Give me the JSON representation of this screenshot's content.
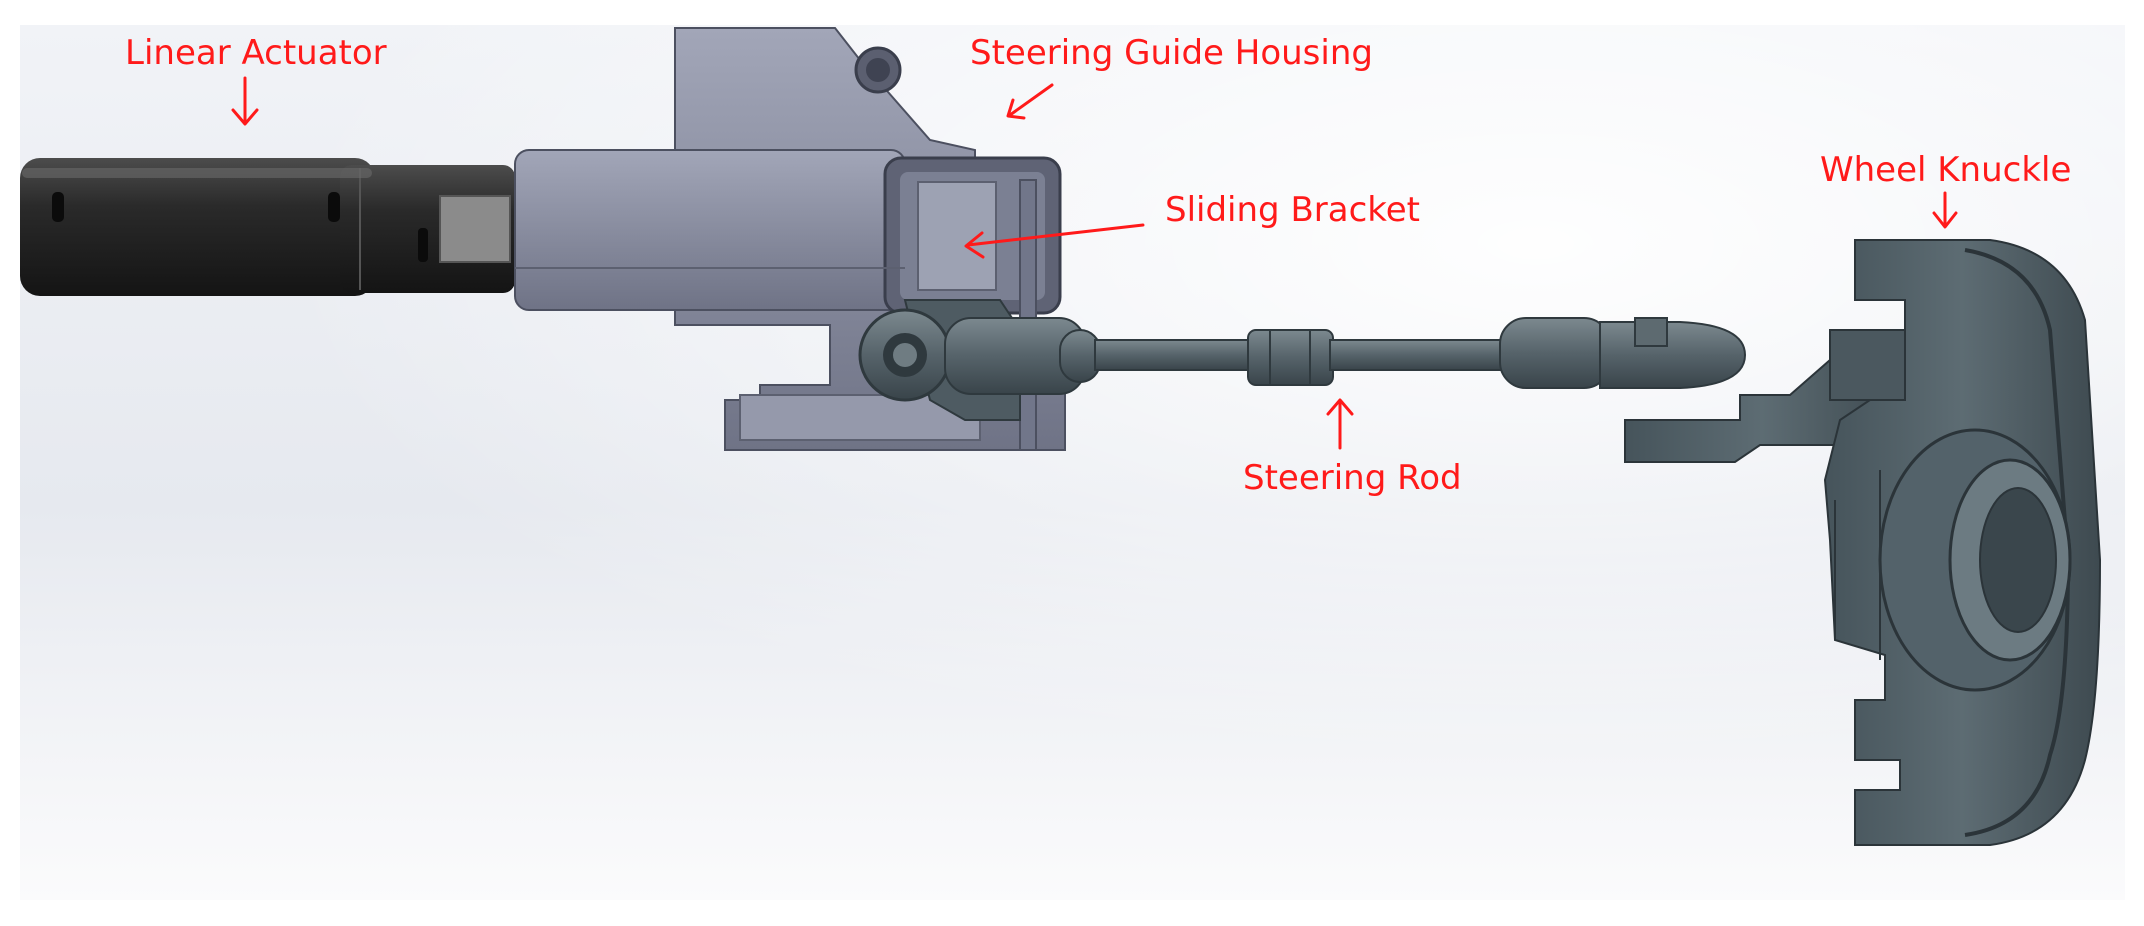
{
  "labels": {
    "linear_actuator": "Linear Actuator",
    "steering_guide_housing": "Steering Guide Housing",
    "sliding_bracket": "Sliding Bracket",
    "steering_rod": "Steering Rod",
    "wheel_knuckle": "Wheel Knuckle"
  },
  "colors": {
    "label": "#ff1a1a",
    "actuator": "#2e2e2e",
    "housing": "#8a8fa2",
    "rod": "#56636a",
    "knuckle": "#55646b"
  }
}
